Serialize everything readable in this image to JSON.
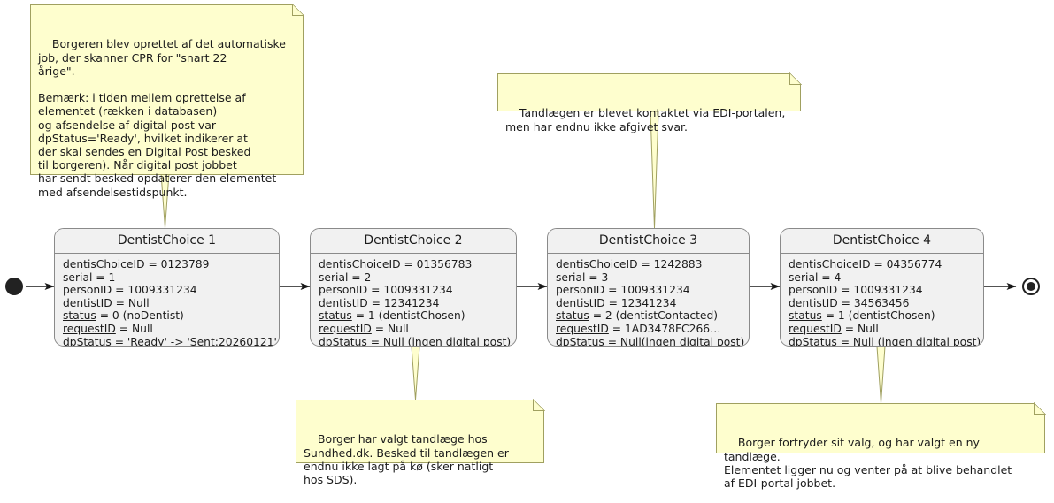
{
  "diagram": {
    "type": "uml-state-diagram",
    "background": "#ffffff",
    "node_fill": "#F1F1F1",
    "node_border": "#8a8a8a",
    "note_fill": "#FEFECE",
    "note_border": "#A0A060",
    "edge_color": "#181818"
  },
  "terminals": {
    "start_label": "start-node",
    "end_label": "end-node"
  },
  "states": [
    {
      "title": "DentistChoice 1",
      "attrs": [
        {
          "key": "dentisChoiceID",
          "underline": false,
          "text": "dentisChoiceID = 0123789"
        },
        {
          "key": "serial",
          "underline": false,
          "text": "serial = 1"
        },
        {
          "key": "personID",
          "underline": false,
          "text": "personID = 1009331234"
        },
        {
          "key": "dentistID",
          "underline": false,
          "text": "dentistID = Null"
        },
        {
          "key": "status",
          "underline": true,
          "text": " = 0 (noDentist)"
        },
        {
          "key": "requestID",
          "underline": true,
          "text": " = Null"
        },
        {
          "key": "dpStatus",
          "underline": true,
          "text": " = 'Ready' -> 'Sent:20260121'"
        }
      ]
    },
    {
      "title": "DentistChoice 2",
      "attrs": [
        {
          "key": "dentisChoiceID",
          "underline": false,
          "text": "dentisChoiceID = 01356783"
        },
        {
          "key": "serial",
          "underline": false,
          "text": "serial = 2"
        },
        {
          "key": "personID",
          "underline": false,
          "text": "personID = 1009331234"
        },
        {
          "key": "dentistID",
          "underline": false,
          "text": "dentistID = 12341234"
        },
        {
          "key": "status",
          "underline": true,
          "text": " = 1 (dentistChosen)"
        },
        {
          "key": "requestID",
          "underline": true,
          "text": " = Null"
        },
        {
          "key": "dpStatus",
          "underline": true,
          "text": " = Null (ingen digital post)"
        }
      ]
    },
    {
      "title": "DentistChoice 3",
      "attrs": [
        {
          "key": "dentisChoiceID",
          "underline": false,
          "text": "dentisChoiceID = 1242883"
        },
        {
          "key": "serial",
          "underline": false,
          "text": "serial = 3"
        },
        {
          "key": "personID",
          "underline": false,
          "text": "personID = 1009331234"
        },
        {
          "key": "dentistID",
          "underline": false,
          "text": "dentistID = 12341234"
        },
        {
          "key": "status",
          "underline": true,
          "text": " = 2 (dentistContacted)"
        },
        {
          "key": "requestID",
          "underline": true,
          "text": " = 1AD3478FC266…"
        },
        {
          "key": "dpStatus",
          "underline": true,
          "text": " = Null(ingen digital post)"
        }
      ]
    },
    {
      "title": "DentistChoice 4",
      "attrs": [
        {
          "key": "dentisChoiceID",
          "underline": false,
          "text": "dentisChoiceID = 04356774"
        },
        {
          "key": "serial",
          "underline": false,
          "text": "serial = 4"
        },
        {
          "key": "personID",
          "underline": false,
          "text": "personID = 1009331234"
        },
        {
          "key": "dentistID",
          "underline": false,
          "text": "dentistID = 34563456"
        },
        {
          "key": "status",
          "underline": true,
          "text": " = 1 (dentistChosen)"
        },
        {
          "key": "requestID",
          "underline": true,
          "text": " = Null"
        },
        {
          "key": "dpStatus",
          "underline": true,
          "text": " = Null (ingen digital post)"
        }
      ]
    }
  ],
  "notes": [
    {
      "id": "note-dentistchoice-1",
      "attached_to": "DentistChoice 1",
      "text": "Borgeren blev oprettet af det automatiske\njob, der skanner CPR for \"snart 22\nårige\".\n\nBemærk: i tiden mellem oprettelse af\nelementet (rækken i databasen)\nog afsendelse af digital post var\ndpStatus='Ready', hvilket indikerer at\nder skal sendes en Digital Post besked\ntil borgeren). Når digital post jobbet\nhar sendt besked opdaterer den elementet\nmed afsendelsestidspunkt."
    },
    {
      "id": "note-dentistchoice-3",
      "attached_to": "DentistChoice 3",
      "text": "Tandlægen er blevet kontaktet via EDI-portalen,\nmen har endnu ikke afgivet svar."
    },
    {
      "id": "note-dentistchoice-2",
      "attached_to": "DentistChoice 2",
      "text": "Borger har valgt tandlæge hos\nSundhed.dk. Besked til tandlægen er\nendnu ikke lagt på kø (sker natligt\nhos SDS)."
    },
    {
      "id": "note-dentistchoice-4",
      "attached_to": "DentistChoice 4",
      "text": "Borger fortryder sit valg, og har valgt en ny tandlæge.\nElementet ligger nu og venter på at blive behandlet\naf EDI-portal jobbet."
    }
  ]
}
